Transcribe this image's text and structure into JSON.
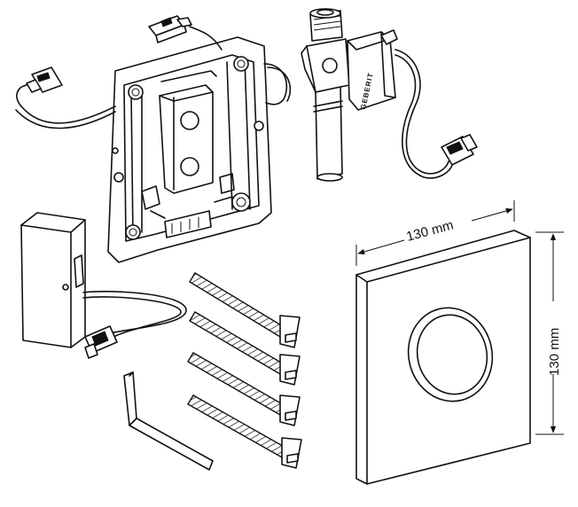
{
  "dimensions": {
    "width_label": "130 mm",
    "height_label": "130 mm"
  },
  "brand": {
    "logo_text": "GEBERIT"
  }
}
